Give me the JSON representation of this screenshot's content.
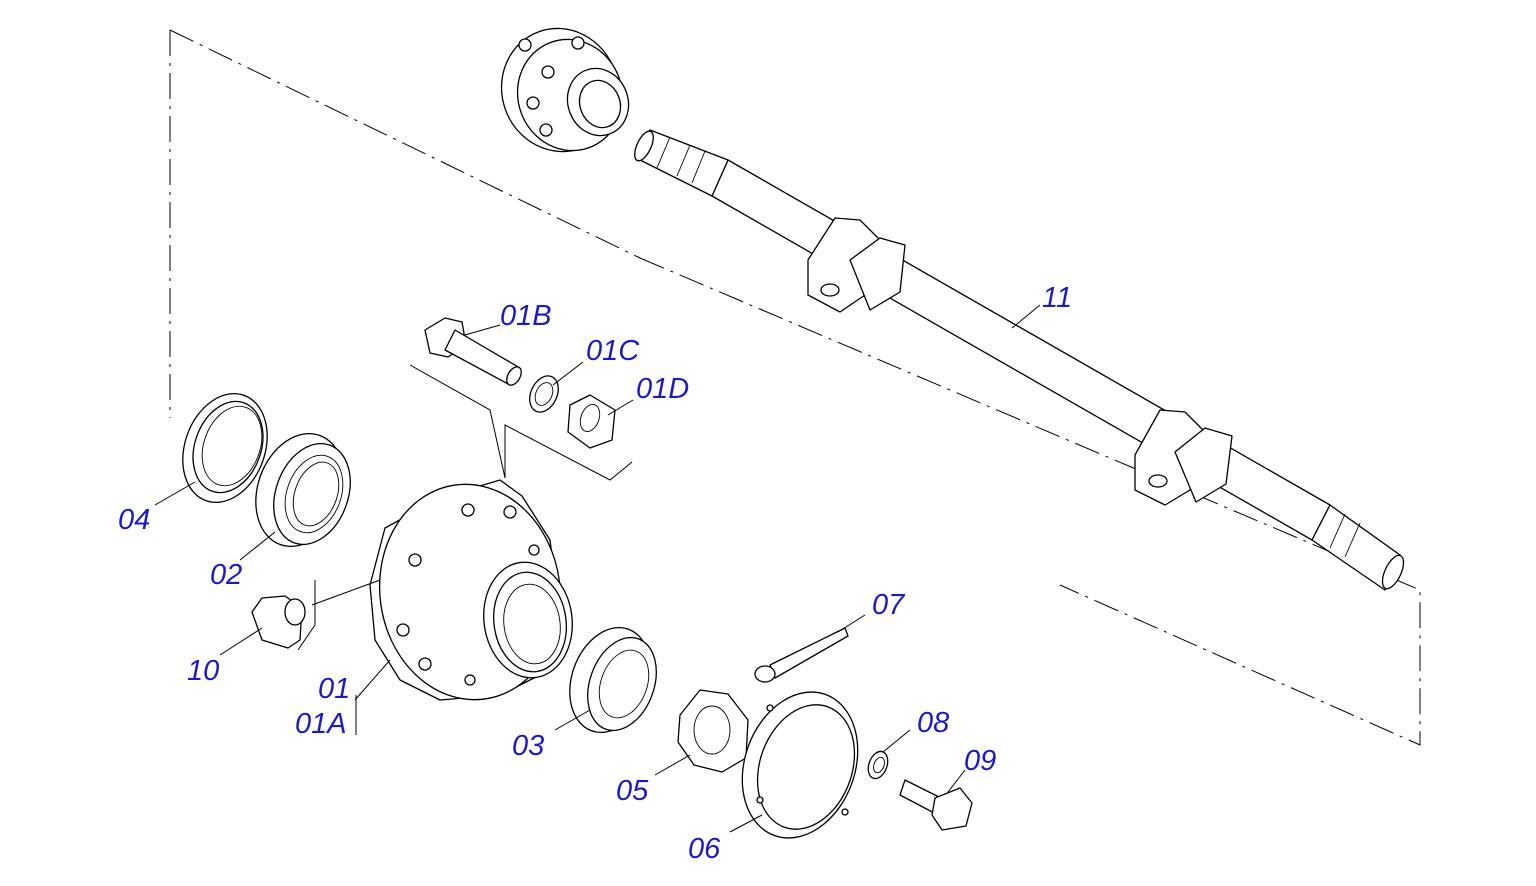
{
  "diagram": {
    "label_color": "#1a1ac8",
    "line_color": "#000000",
    "background": "#ffffff",
    "callouts": [
      {
        "id": "c04",
        "text": "04"
      },
      {
        "id": "c02",
        "text": "02"
      },
      {
        "id": "c10",
        "text": "10"
      },
      {
        "id": "c01",
        "text": "01"
      },
      {
        "id": "c01A",
        "text": "01A"
      },
      {
        "id": "c01B",
        "text": "01B"
      },
      {
        "id": "c01C",
        "text": "01C"
      },
      {
        "id": "c01D",
        "text": "01D"
      },
      {
        "id": "c03",
        "text": "03"
      },
      {
        "id": "c05",
        "text": "05"
      },
      {
        "id": "c06",
        "text": "06"
      },
      {
        "id": "c07",
        "text": "07"
      },
      {
        "id": "c08",
        "text": "08"
      },
      {
        "id": "c09",
        "text": "09"
      },
      {
        "id": "c11",
        "text": "11"
      }
    ]
  }
}
